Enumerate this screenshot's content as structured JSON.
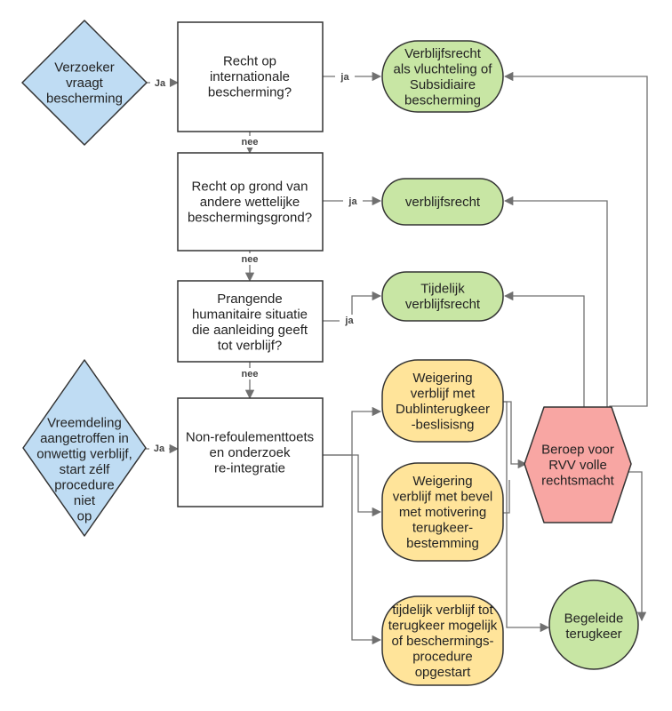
{
  "colors": {
    "start": "#bfdcf3",
    "process": "#ffffff",
    "green": "#c8e6a4",
    "yellow": "#ffe49a",
    "red": "#f8a6a3",
    "stroke": "#333333",
    "edge": "#707070"
  },
  "nodes": {
    "start1": "Verzoeker\nvraagt\nbescherming",
    "q1": "Recht op\ninternationale\nbescherming?",
    "q2": "Recht op grond van\nandere wettelijke\nbeschermingsgrond?",
    "q3": "Prangende\nhumanitaire situatie\ndie aanleiding geeft\ntot verblijf?",
    "q4": "Non-refoulementtoets\nen onderzoek\nre-integratie",
    "start2": "Vreemdeling\naangetroffen in\nonwettig verblijf,\nstart zélf\nprocedure\nniet\nop",
    "g1": "Verblijfsrecht\nals vluchteling of\nSubsidiaire\nbescherming",
    "g2": "verblijfsrecht",
    "g3": "Tijdelijk\nverblijfsrecht",
    "y1": "Weigering\nverblijf met\nDublinterugkeer\n-beslisisng",
    "y2": "Weigering\nverblijf met bevel\nmet motivering\nterugkeer-\nbestemming",
    "y3": "tijdelijk verblijf tot\nterugkeer mogelijk\nof beschermings-\nprocedure\nopgestart",
    "appeal": "Beroep voor\nRVV volle\nrechtsmacht",
    "end": "Begeleide\nterugkeer"
  },
  "edge_labels": {
    "start1_q1": "Ja",
    "q1_g1": "ja",
    "q1_q2": "nee",
    "q2_g2": "ja",
    "q2_q3": "nee",
    "q3_g3": "ja",
    "q3_q4": "nee",
    "start2_q4": "Ja"
  }
}
